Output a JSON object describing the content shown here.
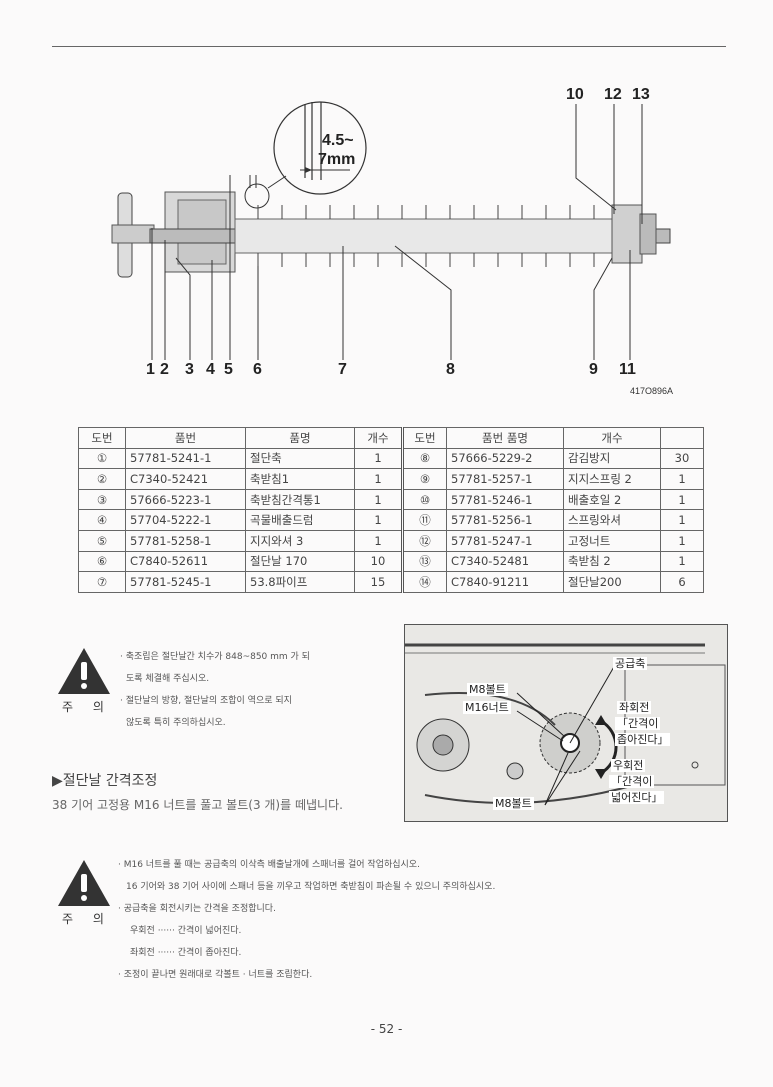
{
  "figure": {
    "dimension_label_1": "4.5~",
    "dimension_label_2": "7mm",
    "callouts_top": [
      "10",
      "12",
      "13"
    ],
    "callouts_bottom": [
      "1",
      "2",
      "3",
      "4",
      "5",
      "6",
      "7",
      "8",
      "9",
      "11"
    ],
    "figure_code": "417O896A"
  },
  "parts_table": {
    "headers": [
      "도번",
      "품번",
      "품명",
      "개수",
      "도번",
      "품번 품명",
      "개수",
      ""
    ],
    "rows": [
      [
        "①",
        "57781-5241-1",
        "절단축",
        "1",
        "⑧",
        "57666-5229-2",
        "감김방지",
        "30"
      ],
      [
        "②",
        "C7340-52421",
        "축받침1",
        "1",
        "⑨",
        "57781-5257-1",
        "지지스프링 2",
        "1"
      ],
      [
        "③",
        "57666-5223-1",
        "축받침간격통1",
        "1",
        "⑩",
        "57781-5246-1",
        "배출호일 2",
        "1"
      ],
      [
        "④",
        "57704-5222-1",
        "곡물배출드럼",
        "1",
        "⑪",
        "57781-5256-1",
        "스프링와셔",
        "1"
      ],
      [
        "⑤",
        "57781-5258-1",
        "지지와셔 3",
        "1",
        "⑫",
        "57781-5247-1",
        "고정너트",
        "1"
      ],
      [
        "⑥",
        "C7840-52611",
        "절단날 170",
        "10",
        "⑬",
        "C7340-52481",
        "축받침 2",
        "1"
      ],
      [
        "⑦",
        "57781-5245-1",
        "53.8파이프",
        "15",
        "⑭",
        "C7840-91211",
        "절단날200",
        "6"
      ]
    ]
  },
  "caution1": {
    "label": "주 의",
    "lines": [
      "· 축조립은 절단날간 치수가 848~850 mm 가 되",
      "도록 체결해 주십시오.",
      "· 절단날의 방향, 절단날의 조합이 역으로 되지",
      "않도록 특히 주의하십시오."
    ]
  },
  "section": {
    "title": "▶절단날 간격조정",
    "body": "38 기어 고정용 M16 너트를 풀고 볼트(3 개)를 떼냅니다."
  },
  "photo": {
    "labels": {
      "feed_shaft": "공급축",
      "m8_bolt_top": "M8볼트",
      "m16_nut": "M16너트",
      "m8_bolt_bottom": "M8볼트",
      "left_rot_1": "좌회전",
      "left_rot_2": "「간격이",
      "left_rot_3": "좁아진다」",
      "right_rot_1": "우회전",
      "right_rot_2": "「간격이",
      "right_rot_3": "넓어진다」"
    }
  },
  "caution2": {
    "label": "주 의",
    "lines": [
      "· M16 너트를 풀 때는 공급축의 이삭측 배출날개에 스패너를 걸어 작업하십시오.",
      "16 기어와 38 기어 사이에 스패너 등을 끼우고 작업하면 축받침이 파손될 수 있으니 주의하십시오.",
      "· 공급축을 회전시키는 간격을 조정합니다.",
      "우회전 ······ 간격이 넓어진다.",
      "좌회전 ······ 간격이 좁아진다.",
      "· 조정이 끝나면 원래대로 각볼트 · 너트를 조립한다."
    ]
  },
  "page_number": "- 52 -"
}
